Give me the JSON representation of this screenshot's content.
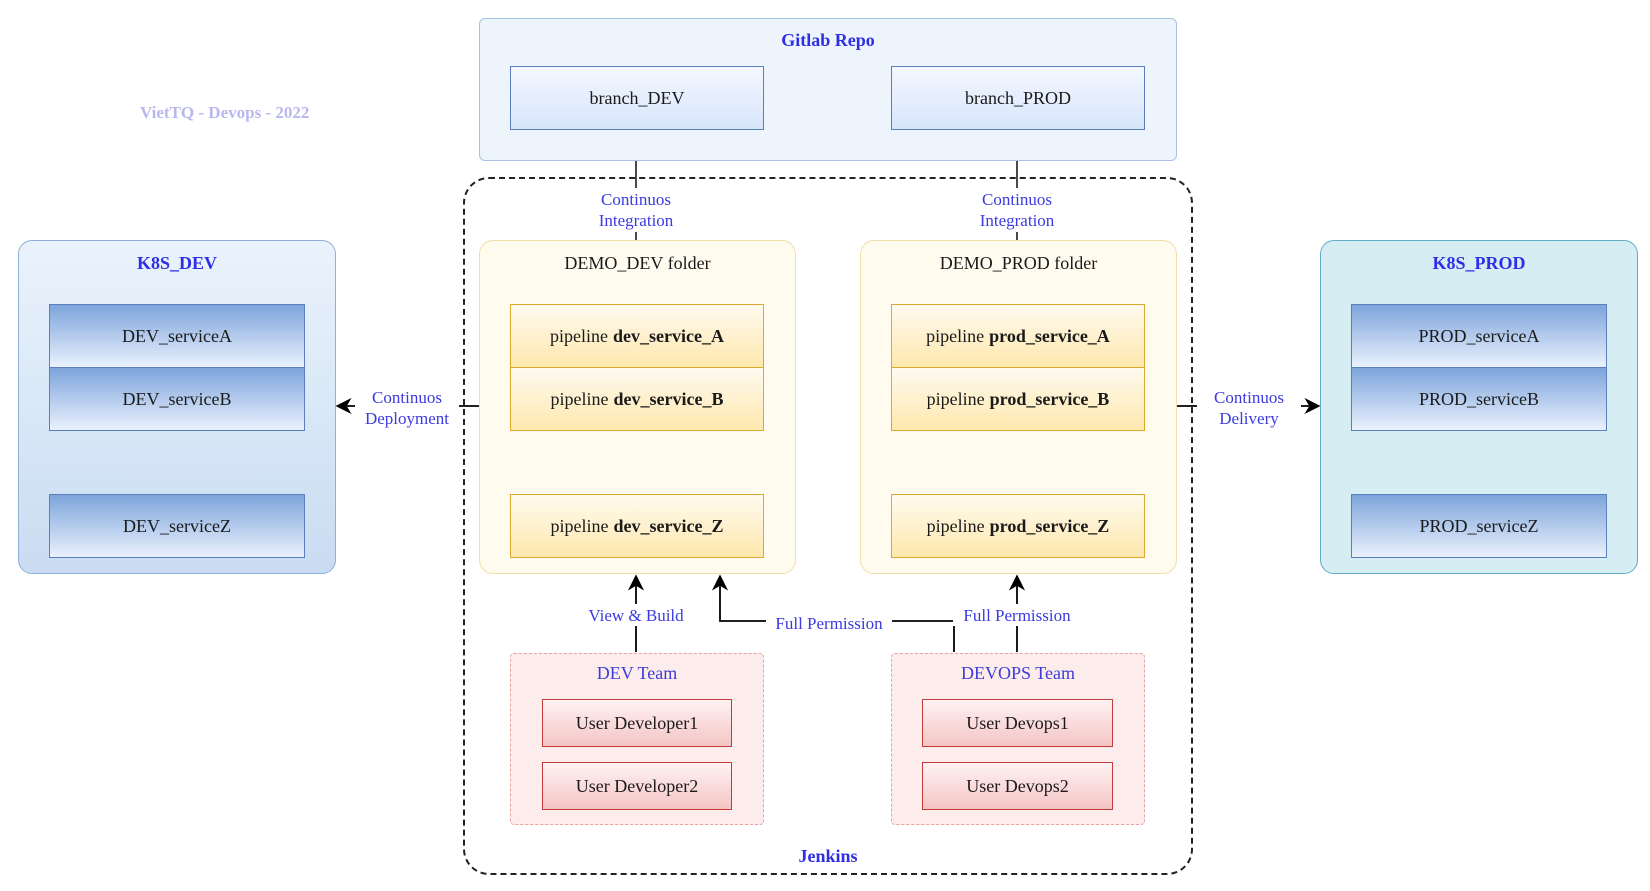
{
  "watermark": "VietTQ - Devops - 2022",
  "gitlab": {
    "title": "Gitlab Repo",
    "branches": [
      "branch_DEV",
      "branch_PROD"
    ]
  },
  "jenkins": {
    "title": "Jenkins",
    "dev_folder": {
      "title": "DEMO_DEV folder",
      "pipelines": [
        {
          "prefix": "pipeline",
          "name": "dev_service_A"
        },
        {
          "prefix": "pipeline",
          "name": "dev_service_B"
        },
        {
          "prefix": "pipeline",
          "name": "dev_service_Z"
        }
      ]
    },
    "prod_folder": {
      "title": "DEMO_PROD folder",
      "pipelines": [
        {
          "prefix": "pipeline",
          "name": "prod_service_A"
        },
        {
          "prefix": "pipeline",
          "name": "prod_service_B"
        },
        {
          "prefix": "pipeline",
          "name": "prod_service_Z"
        }
      ]
    },
    "dev_team": {
      "title": "DEV Team",
      "users": [
        "User Developer1",
        "User Developer2"
      ]
    },
    "devops_team": {
      "title": "DEVOPS Team",
      "users": [
        "User Devops1",
        "User Devops2"
      ]
    }
  },
  "k8s_dev": {
    "title": "K8S_DEV",
    "services": [
      "DEV_serviceA",
      "DEV_serviceB",
      "DEV_serviceZ"
    ]
  },
  "k8s_prod": {
    "title": "K8S_PROD",
    "services": [
      "PROD_serviceA",
      "PROD_serviceB",
      "PROD_serviceZ"
    ]
  },
  "labels": {
    "ci_dev": [
      "Continuos",
      "Integration"
    ],
    "ci_prod": [
      "Continuos",
      "Integration"
    ],
    "cd_dev": [
      "Continuos",
      "Deployment"
    ],
    "cd_prod": [
      "Continuos",
      "Delivery"
    ],
    "view_build": "View & Build",
    "full_perm_dev": "Full Permission",
    "full_perm_prod": "Full Permission"
  },
  "colors": {
    "accent_text": "#3b3be0",
    "jenkins_border": "#222222",
    "pipeline_border": "#d9aa2b",
    "service_border": "#5b7fbd",
    "user_border": "#c33b3b"
  }
}
